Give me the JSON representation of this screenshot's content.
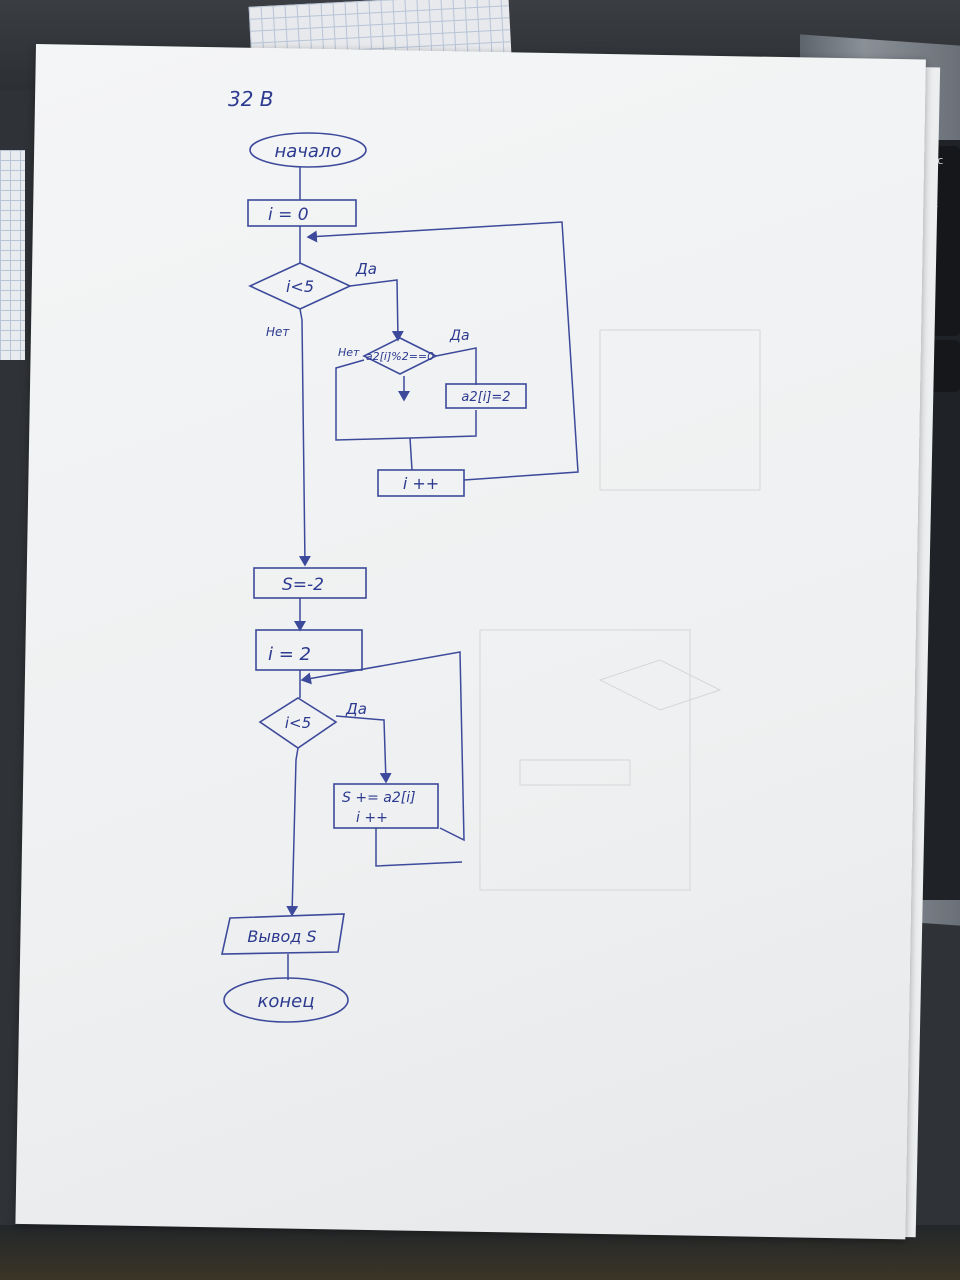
{
  "page_label": "32 B",
  "nodes": {
    "start": "начало",
    "init_i": "i = 0",
    "cond_loop1": "i<5",
    "cond_check": "a2[i]%2==0",
    "assign": "a2[i]=2",
    "inc_i": "i ++",
    "init_s": "S=-2",
    "init_i2": "i = 2",
    "cond_loop2": "i<5",
    "sum_line1": "S += a2[i]",
    "sum_line2": "i ++",
    "output": "Вывод S",
    "end": "конец"
  },
  "edge_labels": {
    "loop1_yes": "Да",
    "loop1_no": "Нет",
    "check_yes": "Да",
    "check_no": "Нет",
    "loop2_yes": "Да"
  },
  "keys": {
    "esc": "Esc",
    "tilde": "~",
    "backtick": "`"
  },
  "colors": {
    "ink": "#3d4a9b",
    "paper": "#f2f3f4",
    "desk": "#2f3236"
  }
}
